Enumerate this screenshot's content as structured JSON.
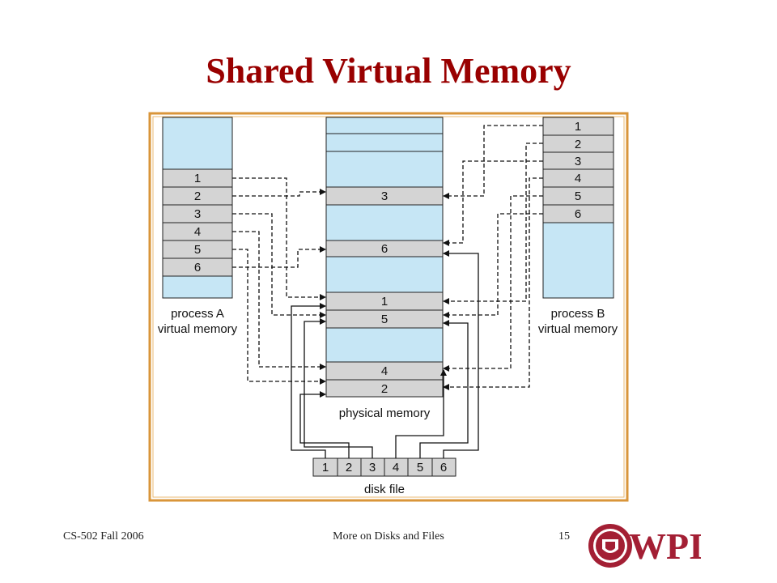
{
  "slide": {
    "title": "Shared Virtual Memory"
  },
  "diagram": {
    "process_a": {
      "cells": [
        "1",
        "2",
        "3",
        "4",
        "5",
        "6"
      ],
      "label_line1": "process A",
      "label_line2": "virtual memory"
    },
    "process_b": {
      "cells": [
        "1",
        "2",
        "3",
        "4",
        "5",
        "6"
      ],
      "label_line1": "process B",
      "label_line2": "virtual memory"
    },
    "physical_memory": {
      "frames": [
        "3",
        "6",
        "1",
        "5",
        "4",
        "2"
      ],
      "label": "physical memory"
    },
    "disk_file": {
      "blocks": [
        "1",
        "2",
        "3",
        "4",
        "5",
        "6"
      ],
      "label": "disk file"
    }
  },
  "footer": {
    "left": "CS-502 Fall 2006",
    "center": "More on Disks and Files",
    "page_number": "15"
  },
  "logo": {
    "text": "WPI",
    "color": "#a31f34"
  },
  "colors": {
    "title": "#990000",
    "memory_fill": "#c6e6f5",
    "cell_fill": "#d4d4d4",
    "frame_border": "#d9953a"
  }
}
